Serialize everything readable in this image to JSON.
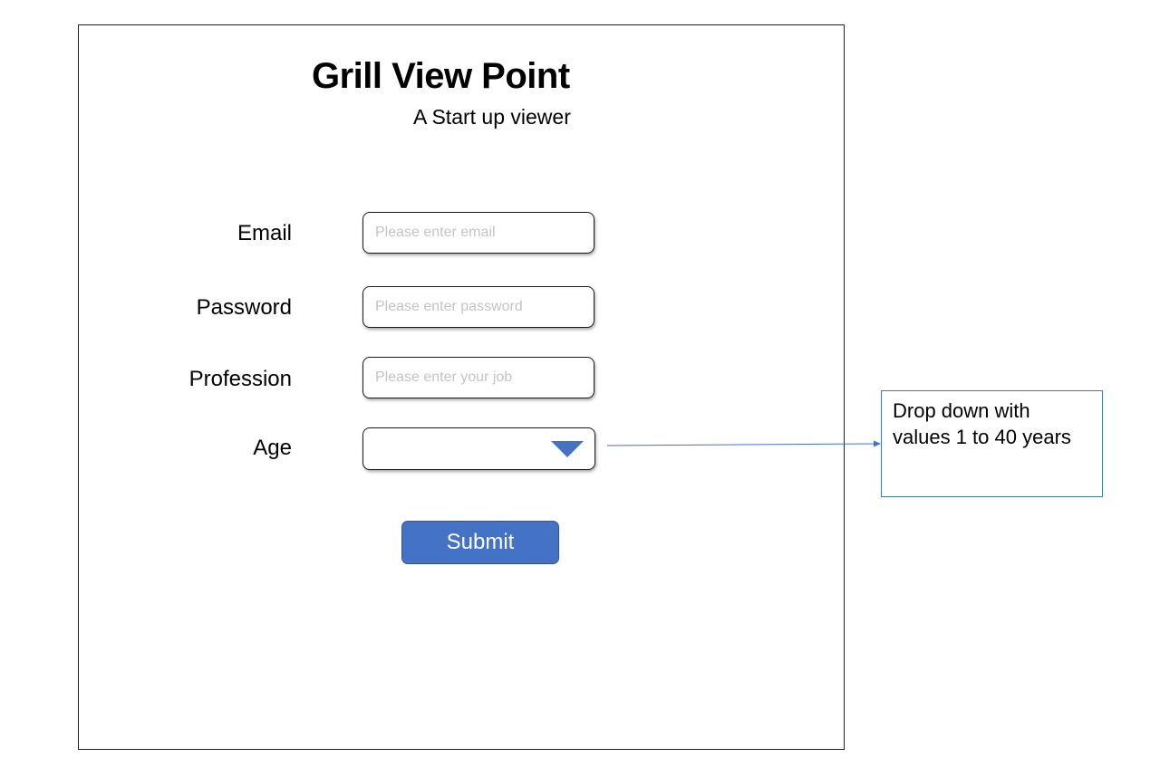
{
  "header": {
    "title": "Grill View Point",
    "subtitle": "A Start up viewer"
  },
  "form": {
    "email": {
      "label": "Email",
      "placeholder": "Please enter email",
      "value": ""
    },
    "password": {
      "label": "Password",
      "placeholder": "Please enter password",
      "value": ""
    },
    "profession": {
      "label": "Profession",
      "placeholder": "Please enter your job",
      "value": ""
    },
    "age": {
      "label": "Age",
      "selected": "",
      "icon": "chevron-down-icon"
    },
    "submit_label": "Submit"
  },
  "annotation": {
    "text": "Drop down with values 1 to 40 years"
  },
  "colors": {
    "accent": "#4472c4",
    "placeholder": "#c4c4c4",
    "border": "#1a1a1a"
  }
}
